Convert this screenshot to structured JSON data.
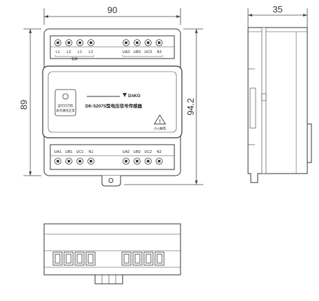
{
  "dimensions": {
    "width": "90",
    "height_left": "89",
    "height_right": "94.2",
    "depth": "35"
  },
  "top_terminals": [
    "L1",
    "L2",
    "L1",
    "L2",
    "UA3",
    "UB3",
    "UC3",
    "N3"
  ],
  "top_group_label": "电源",
  "bottom_terminals": [
    "UA1",
    "UB1",
    "UC1",
    "N1",
    "UA2",
    "UB2",
    "UC2",
    "N2"
  ],
  "label": {
    "indicator_line1": "运行灯闪烁",
    "indicator_line2": "表示通讯正常",
    "logo_text": "DAKO",
    "model": "DK-5207S型电压信号传感器",
    "warning": "小心触电"
  }
}
